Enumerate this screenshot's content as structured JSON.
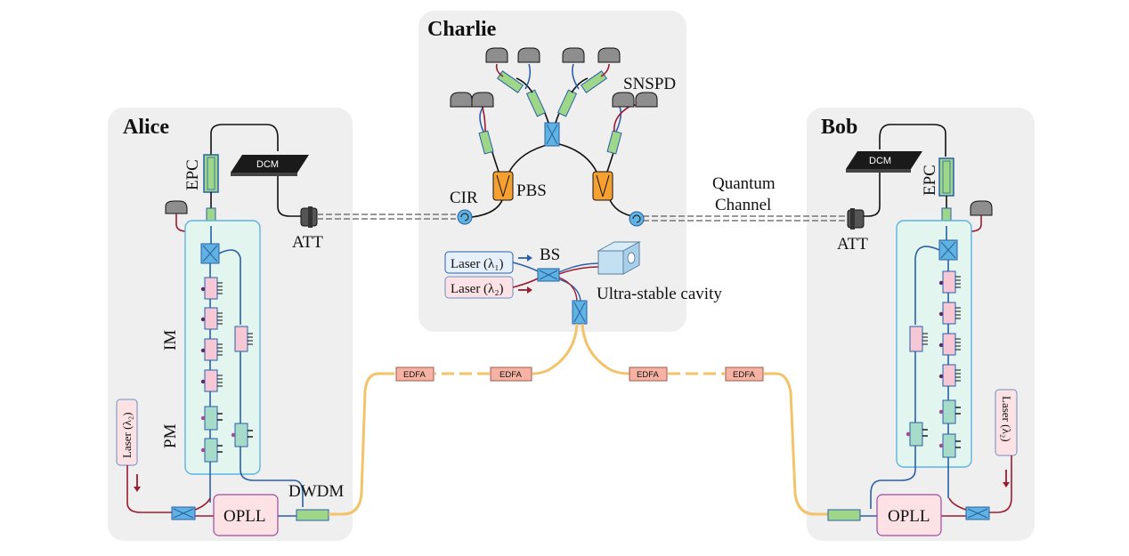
{
  "parties": {
    "alice": "Alice",
    "charlie": "Charlie",
    "bob": "Bob"
  },
  "labels": {
    "epc": "EPC",
    "dcm": "DCM",
    "att": "ATT",
    "im": "IM",
    "pm": "PM",
    "laser_lambda2": "Laser (λ₂)",
    "opll": "OPLL",
    "dwdm": "DWDM",
    "cir": "CIR",
    "pbs": "PBS",
    "snspd": "SNSPD",
    "laser_lambda1": "Laser (λ₁)",
    "bs": "BS",
    "ultra_stable_cavity": "Ultra-stable cavity",
    "quantum_channel_line1": "Quantum",
    "quantum_channel_line2": "Channel",
    "edfa": "EDFA"
  },
  "colors": {
    "panel": "#efefef",
    "modulator_box": "#e3f5ef",
    "coupler_blue": "#5fb3e0",
    "epc_green": "#9ed68a",
    "pbs_orange": "#f5a030",
    "edfa_pink": "#f6b2a3",
    "laser_box": "#fce1e5",
    "fiber_red": "#9b1b30",
    "fiber_blue": "#2b5fa8",
    "fiber_yellow": "#f2c36a",
    "detector_gray": "#8e8e8e"
  }
}
